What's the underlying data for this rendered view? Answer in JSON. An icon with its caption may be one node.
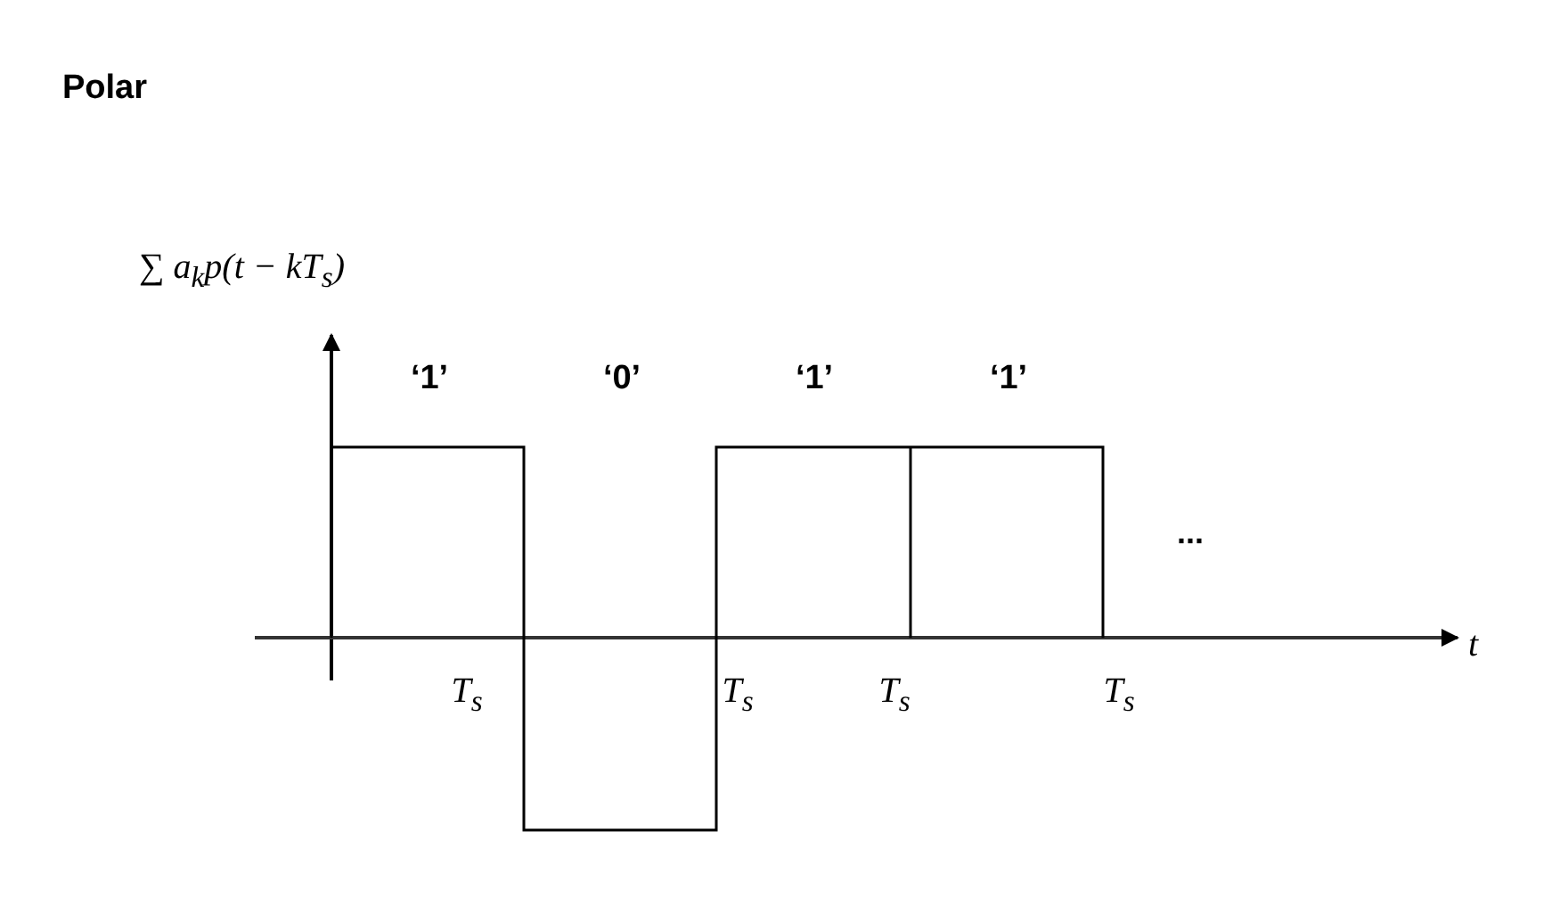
{
  "diagram": {
    "title": "Polar",
    "labels": [
      "∑ a$_{k}$p(t − kT$_{s}$)",
      "‘1’",
      "‘0’",
      "‘1’",
      "‘1’",
      "...",
      "t",
      "T$_{s}$",
      "T$_{s}$",
      "T$_{s}$",
      "T$_{s}$"
    ]
  }
}
